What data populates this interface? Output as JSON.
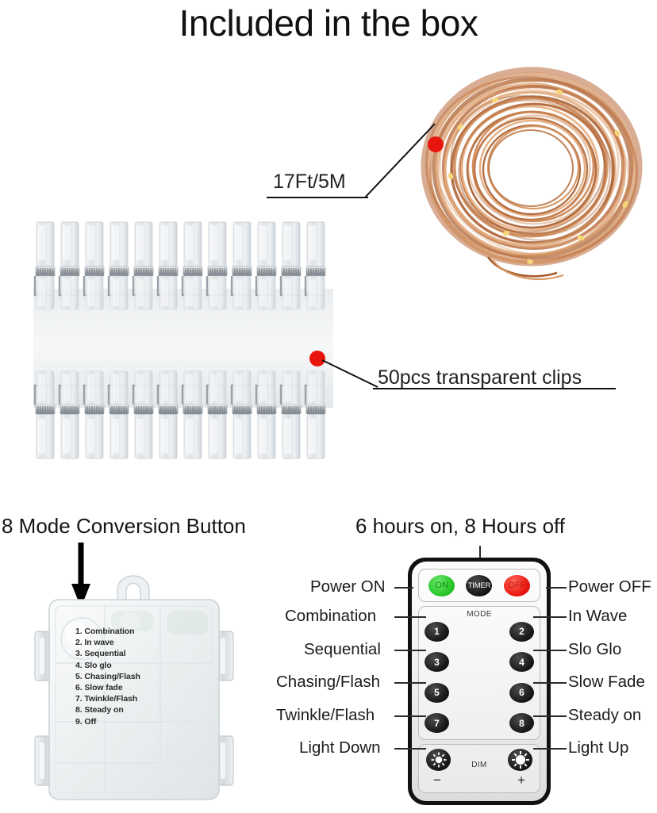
{
  "title": "Included in the box",
  "callouts": {
    "wire": "17Ft/5M",
    "clips": "50pcs transparent clips"
  },
  "sections": {
    "battery_heading": "8 Mode Conversion Button",
    "timer_heading": "6 hours on, 8 Hours off"
  },
  "battery_box": {
    "modes": [
      "1. Combination",
      "2. In wave",
      "3. Sequential",
      "4. Slo glo",
      "5. Chasing/Flash",
      "6. Slow fade",
      "7. Twinkle/Flash",
      "8. Steady on",
      "9. Off"
    ]
  },
  "remote": {
    "power_on": "ON",
    "timer": "TIMER",
    "power_off": "OFF",
    "mode_caption": "MODE",
    "dim_caption": "DIM",
    "minus": "−",
    "plus": "+",
    "numbers": [
      "1",
      "2",
      "3",
      "4",
      "5",
      "6",
      "7",
      "8"
    ],
    "labels_left": [
      "Power ON",
      "Combination",
      "Sequential",
      "Chasing/Flash",
      "Twinkle/Flash",
      "Light Down"
    ],
    "labels_right": [
      "Power OFF",
      "In Wave",
      "Slo Glo",
      "Slow Fade",
      "Steady on",
      "Light Up"
    ]
  },
  "colors": {
    "power_on": "#2bc72b",
    "power_off": "#ea1a12",
    "timer": "#161616",
    "marker_dot": "#e8150f",
    "copper": "#c0703c",
    "text": "#1a1a1a"
  }
}
